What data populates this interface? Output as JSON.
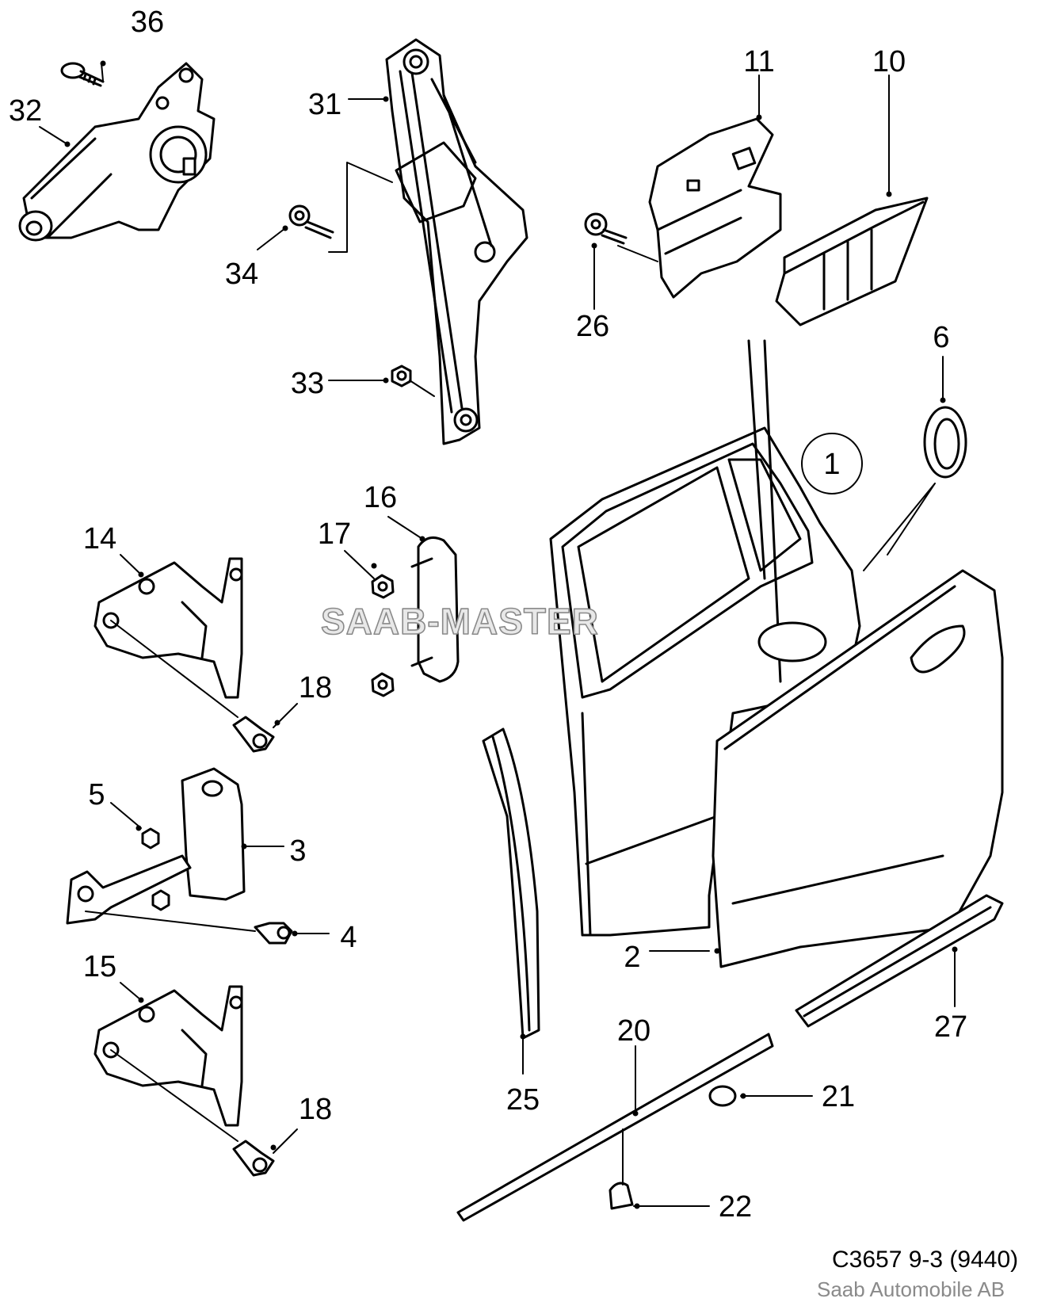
{
  "callouts": {
    "c1": "1",
    "c2": "2",
    "c3": "3",
    "c4": "4",
    "c5": "5",
    "c6": "6",
    "c10": "10",
    "c11": "11",
    "c14": "14",
    "c15": "15",
    "c16": "16",
    "c17": "17",
    "c18a": "18",
    "c18b": "18",
    "c20": "20",
    "c21": "21",
    "c22": "22",
    "c25": "25",
    "c26": "26",
    "c27": "27",
    "c31": "31",
    "c32": "32",
    "c33": "33",
    "c34": "34",
    "c36": "36"
  },
  "watermark": "SAAB-MASTER",
  "caption": {
    "code": "C3657 9-3 (9440)",
    "maker": "Saab Automobile AB"
  }
}
